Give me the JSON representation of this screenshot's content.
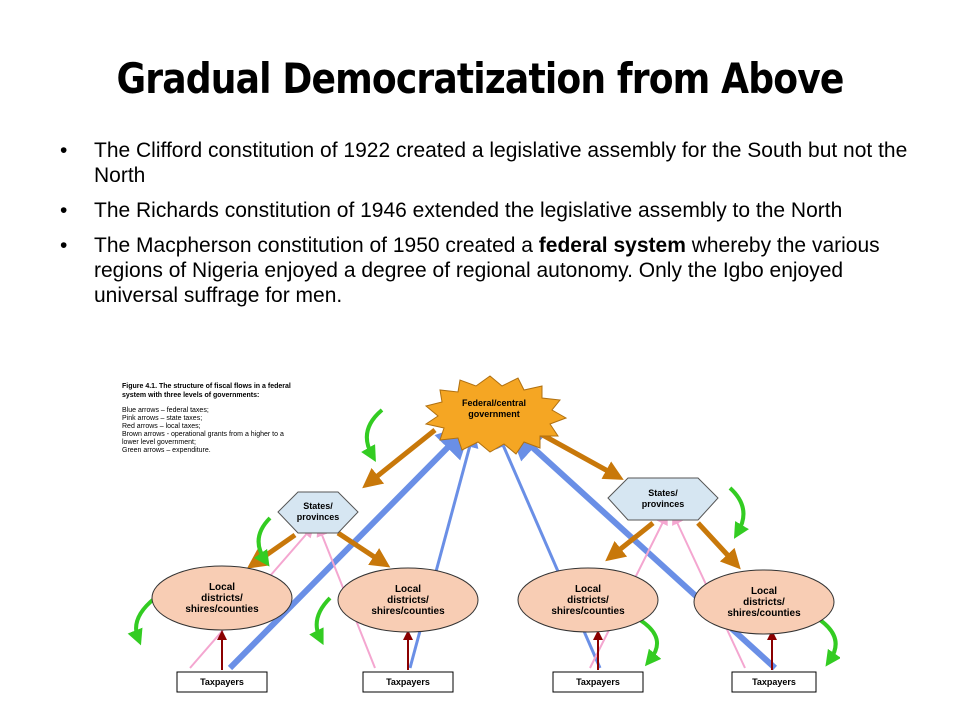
{
  "slide": {
    "title": "Gradual Democratization from Above",
    "bullets": [
      {
        "text": "The Clifford constitution of 1922 created a legislative assembly for the South but not the North"
      },
      {
        "text": "The Richards constitution of 1946 extended the legislative assembly to the North"
      },
      {
        "before": "The Macpherson constitution of 1950 created a ",
        "bold": "federal system",
        "after": " whereby the various regions of Nigeria enjoyed a degree of regional autonomy. Only the Igbo enjoyed universal suffrage for men."
      }
    ]
  },
  "figure": {
    "caption_title_1": "Figure 4.1.  The structure of fiscal flows in a federal",
    "caption_title_2": "system with three levels of governments:",
    "legend": [
      "Blue arrows – federal taxes;",
      "Pink arrows – state taxes;",
      "Red arrows – local taxes;",
      "Brown arrows - operational grants from a higher to a",
      "lower level government;",
      "Green arrows – expenditure."
    ],
    "federal_line1": "Federal/central",
    "federal_line2": "government",
    "state_line1": "States/",
    "state_line2": "provinces",
    "local_line1": "Local",
    "local_line2": "districts/",
    "local_line3": "shires/counties",
    "taxpayers": "Taxpayers",
    "colors": {
      "blue": "#6a8fe6",
      "pink": "#f4a6d0",
      "red": "#8b0000",
      "brown": "#c8780a",
      "green": "#33cc22",
      "federal_fill": "#f5a623",
      "local_fill": "#f8cdb4",
      "state_fill": "#d6e6f2"
    }
  }
}
